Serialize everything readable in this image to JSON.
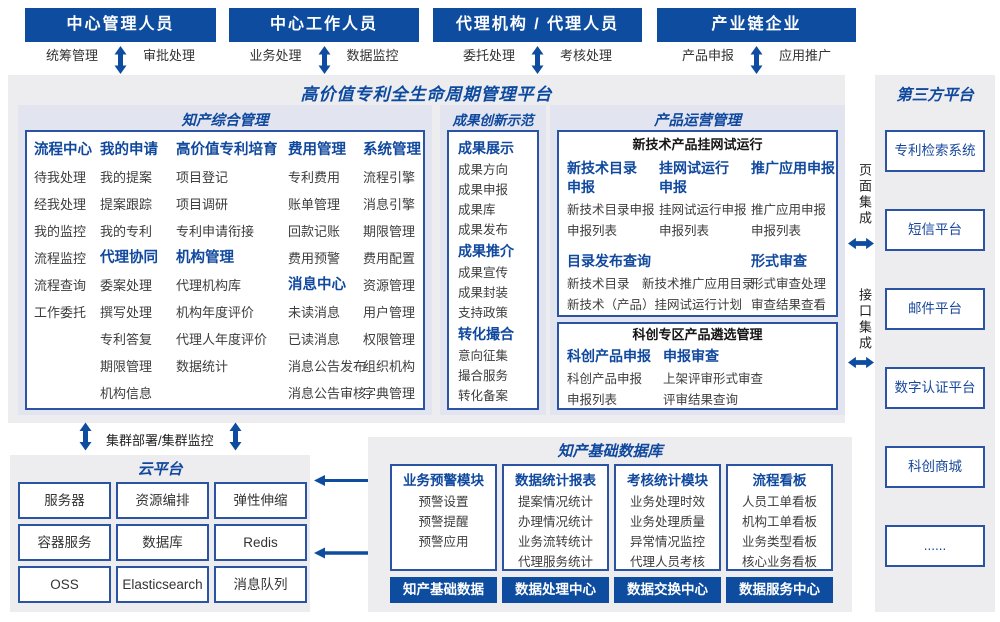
{
  "colors": {
    "bar_bg": "#0d4c9e",
    "accent_text": "#10489e",
    "section_bg": "#e2e5f0",
    "panel_bg": "#ededf0",
    "border_blue": "#2b53a3",
    "item_text": "#3d3d3d"
  },
  "icons": {
    "vertical-double-arrow": "⇕",
    "horizontal-double-arrow": "⇔",
    "left-arrow": "←"
  },
  "top_groups": [
    {
      "title": "中心管理人员",
      "left_label": "统筹管理",
      "right_label": "审批处理"
    },
    {
      "title": "中心工作人员",
      "left_label": "业务处理",
      "right_label": "数据监控"
    },
    {
      "title": "代理机构 / 代理人员",
      "left_label": "委托处理",
      "right_label": "考核处理"
    },
    {
      "title": "产业链企业",
      "left_label": "产品申报",
      "right_label": "应用推广"
    }
  ],
  "platform_title": "高价值专利全生命周期管理平台",
  "ip_mgmt": {
    "title": "知产综合管理",
    "col1": {
      "h1": "流程中心",
      "items": [
        "待我处理",
        "经我处理",
        "我的监控",
        "流程监控",
        "流程查询",
        "工作委托"
      ]
    },
    "col2": {
      "h1": "我的申请",
      "items1": [
        "我的提案",
        "提案跟踪",
        "我的专利"
      ],
      "h2": "代理协同",
      "items2": [
        "委案处理",
        "撰写处理",
        "专利答复",
        "期限管理",
        "机构信息"
      ]
    },
    "col3": {
      "h1": "高价值专利培育",
      "items1": [
        "项目登记",
        "项目调研",
        "专利申请衔接"
      ],
      "h2": "机构管理",
      "items2": [
        "代理机构库",
        "机构年度评价",
        "代理人年度评价",
        "数据统计"
      ]
    },
    "col4": {
      "h1": "费用管理",
      "items1": [
        "专利费用",
        "账单管理",
        "回款记账",
        "费用预警"
      ],
      "h2": "消息中心",
      "items2": [
        "未读消息",
        "已读消息",
        "消息公告发布",
        "消息公告审核"
      ]
    },
    "col5": {
      "h1": "系统管理",
      "items": [
        "流程引擎",
        "消息引擎",
        "期限管理",
        "费用配置",
        "资源管理",
        "用户管理",
        "权限管理",
        "组织机构",
        "字典管理"
      ]
    }
  },
  "achievement": {
    "title": "成果创新示范",
    "groups": [
      {
        "header": "成果展示",
        "items": [
          "成果方向",
          "成果申报",
          "成果库",
          "成果发布"
        ]
      },
      {
        "header": "成果推介",
        "items": [
          "成果宣传",
          "成果封装",
          "支持政策"
        ]
      },
      {
        "header": "转化撮合",
        "items": [
          "意向征集",
          "撮合服务",
          "转化备案"
        ]
      }
    ]
  },
  "product_ops": {
    "title": "产品运营管理",
    "box1": {
      "title": "新技术产品挂网试运行",
      "cols": [
        {
          "header": "新技术目录申报",
          "items": [
            "新技术目录申报",
            "申报列表"
          ]
        },
        {
          "header": "挂网试运行申报",
          "items": [
            "挂网试运行申报",
            "申报列表"
          ]
        },
        {
          "header": "推广应用申报",
          "items": [
            "推广应用申报",
            "申报列表"
          ]
        }
      ],
      "dir_query": {
        "header": "目录发布查询",
        "items": [
          "新技术目录　新技术推广应用目录",
          "新技术（产品）挂网试运行计划"
        ]
      },
      "formal_review": {
        "header": "形式审查",
        "items": [
          "形式审查处理",
          "审查结果查看"
        ]
      }
    },
    "box2": {
      "title": "科创专区产品遴选管理",
      "cols": [
        {
          "header": "科创产品申报",
          "items": [
            "科创产品申报",
            "申报列表"
          ]
        },
        {
          "header": "申报审查",
          "items": [
            "上架评审形式审查",
            "评审结果查询"
          ]
        }
      ]
    }
  },
  "cluster_label": "集群部署/集群监控",
  "cloud": {
    "title": "云平台",
    "cells": [
      "服务器",
      "资源编排",
      "弹性伸缩",
      "容器服务",
      "数据库",
      "Redis",
      "OSS",
      "Elasticsearch",
      "消息队列"
    ]
  },
  "database": {
    "title": "知产基础数据库",
    "modules": [
      {
        "header": "业务预警模块",
        "items": [
          "预警设置",
          "预警提醒",
          "预警应用"
        ]
      },
      {
        "header": "数据统计报表",
        "items": [
          "提案情况统计",
          "办理情况统计",
          "业务流转统计",
          "代理服务统计"
        ]
      },
      {
        "header": "考核统计模块",
        "items": [
          "业务处理时效",
          "业务处理质量",
          "异常情况监控",
          "代理人员考核"
        ]
      },
      {
        "header": "流程看板",
        "items": [
          "人员工单看板",
          "机构工单看板",
          "业务类型看板",
          "核心业务看板"
        ]
      }
    ],
    "bars": [
      "知产基础数据",
      "数据处理中心",
      "数据交换中心",
      "数据服务中心"
    ]
  },
  "third_party": {
    "title": "第三方平台",
    "boxes": [
      "专利检索系统",
      "短信平台",
      "邮件平台",
      "数字认证平台",
      "科创商城",
      "......"
    ]
  },
  "integration": {
    "page": "页面集成",
    "interface": "接口集成"
  }
}
